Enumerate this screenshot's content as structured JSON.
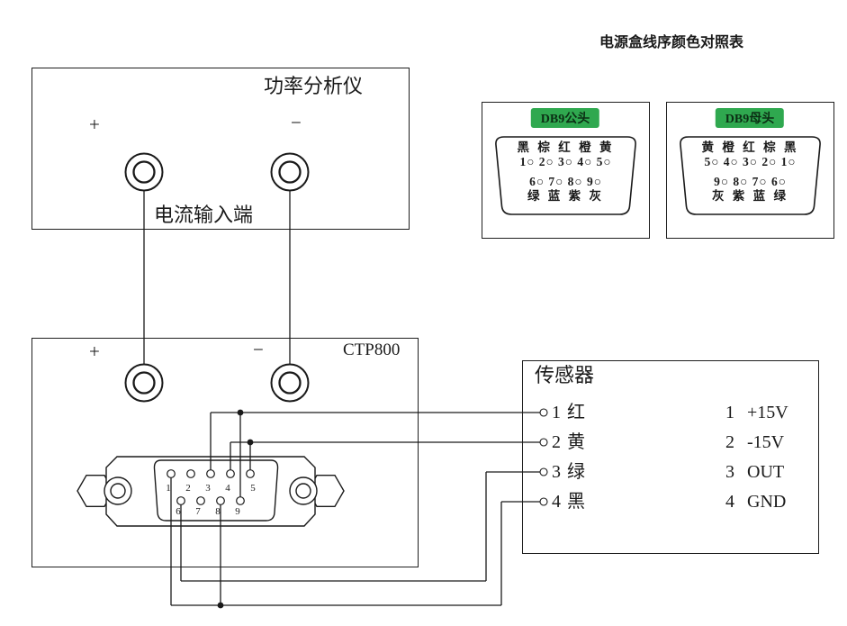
{
  "colors": {
    "line": "#1a1a1a",
    "badge_green": "#2FA84F"
  },
  "power_analyzer": {
    "title": "功率分析仪",
    "input_label": "电流输入端",
    "plus": "+",
    "minus": "−"
  },
  "ctp800": {
    "title": "CTP800",
    "plus": "+",
    "minus": "−",
    "pin_numbers_top": [
      "1",
      "2",
      "3",
      "4",
      "5"
    ],
    "pin_numbers_bottom": [
      "6",
      "7",
      "8",
      "9"
    ]
  },
  "color_table": {
    "title": "电源盒线序颜色对照表",
    "male": {
      "label": "DB9公头",
      "colors_top": "黑 棕 红 橙 黄",
      "pins_top": "1○ 2○ 3○ 4○ 5○",
      "pins_bottom": "6○ 7○ 8○ 9○",
      "colors_bottom": "绿 蓝 紫 灰"
    },
    "female": {
      "label": "DB9母头",
      "colors_top": "黄 橙 红 棕 黑",
      "pins_top": "5○ 4○ 3○ 2○ 1○",
      "pins_bottom": "9○ 8○ 7○ 6○",
      "colors_bottom": "灰 紫 蓝 绿"
    }
  },
  "sensor": {
    "title": "传感器",
    "rows": [
      {
        "terminal": "1",
        "color": "红",
        "pin": "1",
        "signal": "+15V"
      },
      {
        "terminal": "2",
        "color": "黄",
        "pin": "2",
        "signal": "-15V"
      },
      {
        "terminal": "3",
        "color": "绿",
        "pin": "3",
        "signal": "OUT"
      },
      {
        "terminal": "4",
        "color": "黑",
        "pin": "4",
        "signal": "GND"
      }
    ]
  }
}
